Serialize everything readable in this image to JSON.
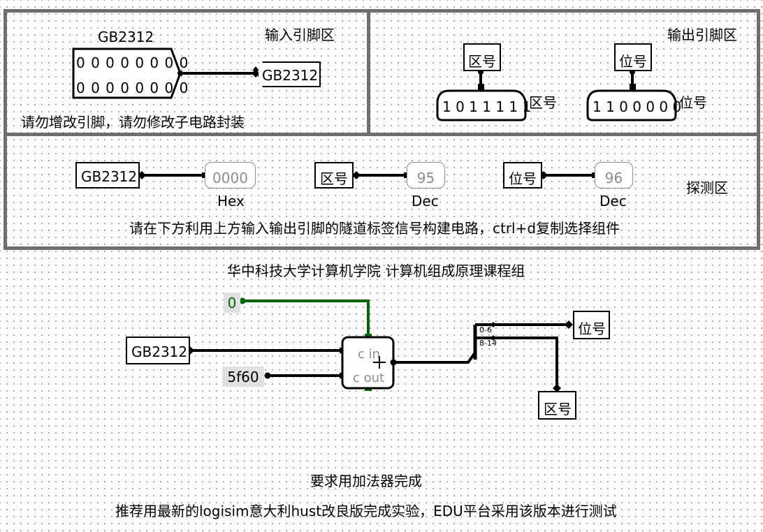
{
  "regions": {
    "input_title": "输入引脚区",
    "output_title": "输出引脚区",
    "probe_title": "探测区",
    "input_note": "请勿增改引脚，请勿修改子电路封装"
  },
  "input_pin": {
    "label": "GB2312",
    "bits_row1": "0 0 0 0 0 0 0 0",
    "bits_row2": "0 0 0 0 0 0 0 0",
    "tunnel": "GB2312"
  },
  "output_pins": {
    "qu": {
      "tunnel": "区号",
      "bits": "1 0 1 1 1 1 1",
      "label": "区号"
    },
    "wei": {
      "tunnel": "位号",
      "bits": "1 1 0 0 0 0 0",
      "label": "位号"
    }
  },
  "probes": [
    {
      "tunnel": "GB2312",
      "value": "0000",
      "format": "Hex"
    },
    {
      "tunnel": "区号",
      "value": "95",
      "format": "Dec"
    },
    {
      "tunnel": "位号",
      "value": "96",
      "format": "Dec"
    }
  ],
  "probe_note": "请在下方利用上方输入输出引脚的隧道标签信号构建电路，ctrl+d复制选择组件",
  "credit": "华中科技大学计算机学院 计算机组成原理课程组",
  "circuit": {
    "const_zero": "0",
    "const_offset": "5f60",
    "input_tunnel": "GB2312",
    "adder": {
      "cin": "c in",
      "cout": "c out",
      "symbol": "+"
    },
    "splitter": {
      "range_low": "0-6",
      "range_high": "8-14"
    },
    "out_wei": "位号",
    "out_qu": "区号",
    "green_wire_color": "#006400"
  },
  "footer": {
    "requirement": "要求用加法器完成",
    "tool_note": "推荐用最新的logisim意大利hust改良版完成实验，EDU平台采用该版本进行测试"
  }
}
